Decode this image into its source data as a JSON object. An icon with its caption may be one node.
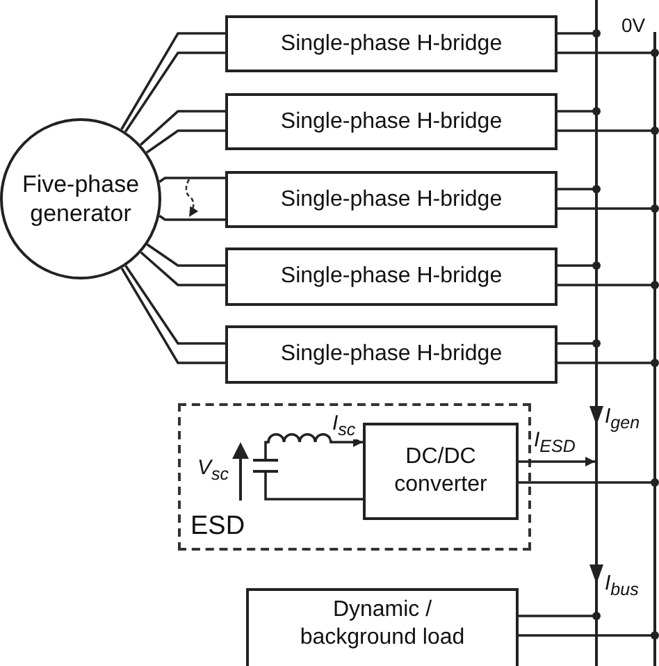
{
  "diagram": {
    "nodes": [
      {
        "text": [
          "Five-phase generator"
        ]
      },
      {
        "text": [
          "Single-phase H-bridge"
        ]
      },
      {
        "text": [
          "Single-phase H-bridge"
        ]
      },
      {
        "text": [
          "Single-phase H-bridge"
        ]
      },
      {
        "text": [
          "Single-phase H-bridge"
        ]
      },
      {
        "text": [
          "Single-phase H-bridge"
        ]
      },
      {
        "text": [],
        "shape": "bar"
      },
      {
        "text": [],
        "shape": "bar",
        "beside": [
          "0V"
        ]
      },
      {
        "text": [
          "ESD"
        ]
      },
      {
        "text": [],
        "shape": "capacitor",
        "in": 8
      },
      {
        "text": [
          "DC/DC converter"
        ],
        "in": 8
      },
      {
        "text": [
          "Dynamic / background load"
        ]
      }
    ],
    "edges": [
      {
        "from": 0,
        "to": 1,
        "arrow": "none"
      },
      {
        "from": 0,
        "to": 1,
        "arrow": "none"
      },
      {
        "from": 0,
        "to": 2,
        "arrow": "none"
      },
      {
        "from": 0,
        "to": 2,
        "arrow": "none"
      },
      {
        "from": 0,
        "to": 3,
        "arrow": "none"
      },
      {
        "from": 0,
        "to": 3,
        "arrow": "none"
      },
      {
        "from": 0,
        "to": 4,
        "arrow": "none"
      },
      {
        "from": 0,
        "to": 4,
        "arrow": "none"
      },
      {
        "from": 0,
        "to": 5,
        "arrow": "none"
      },
      {
        "from": 0,
        "to": 5,
        "arrow": "none"
      },
      {
        "from": 1,
        "to": 6,
        "arrow": "other"
      },
      {
        "from": 1,
        "to": 7,
        "arrow": "other"
      },
      {
        "from": 2,
        "to": 6,
        "arrow": "other"
      },
      {
        "from": 2,
        "to": 7,
        "arrow": "other"
      },
      {
        "from": 3,
        "to": 6,
        "arrow": "other"
      },
      {
        "from": 3,
        "to": 7,
        "arrow": "other"
      },
      {
        "from": 4,
        "to": 6,
        "arrow": "other"
      },
      {
        "from": 4,
        "to": 7,
        "arrow": "other"
      },
      {
        "from": 5,
        "to": 6,
        "arrow": "other"
      },
      {
        "from": 5,
        "to": 7,
        "arrow": "other"
      },
      {
        "from": 9,
        "to": 10,
        "arrow": "to",
        "label": "I$_{sc}$"
      },
      {
        "from": 9,
        "to": 10,
        "arrow": "none"
      },
      {
        "from": 10,
        "to": 6,
        "arrow": "to",
        "label": "I$_{ESD}$"
      },
      {
        "from": 10,
        "to": 7,
        "arrow": "other"
      },
      {
        "from": 11,
        "to": 6,
        "arrow": "other"
      },
      {
        "from": 11,
        "to": 7,
        "arrow": "other"
      }
    ],
    "labels": [
      "I$_{gen}$",
      "V$_{sc}$",
      "I$_{bus}$"
    ]
  }
}
